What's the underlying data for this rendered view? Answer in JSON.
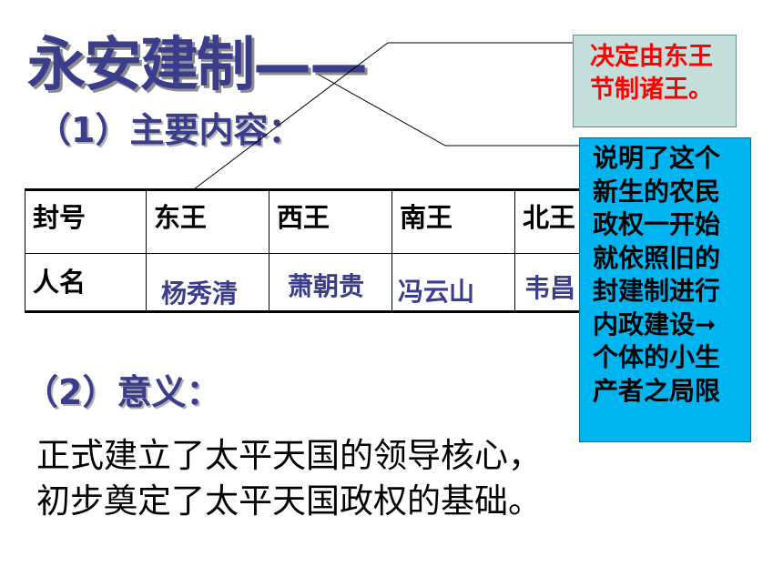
{
  "title": "永安建制——",
  "section1": "（1）主要内容：",
  "section2": "（2）意义：",
  "table": {
    "headers": [
      "封号",
      "东王",
      "西王",
      "南王",
      "北王"
    ],
    "row_label": "人名",
    "names": [
      "杨秀清",
      "萧朝贵",
      "冯云山",
      "韦昌"
    ]
  },
  "significance": [
    "正式建立了太平天国的领导核心，",
    "初步奠定了太平天国政权的基础。"
  ],
  "callout1": [
    "决定由东王",
    "节制诸王。"
  ],
  "callout2": [
    "说明了这个",
    "新生的农民",
    "政权一开始",
    "就依照旧的",
    "封建制进行",
    "内政建设➞",
    "个体的小生",
    "产者之局限"
  ],
  "colors": {
    "title": "#3a3d8c",
    "callout1_bg": "#c3dedb",
    "callout1_text": "#ff0000",
    "callout2_bg": "#00b4f0"
  }
}
